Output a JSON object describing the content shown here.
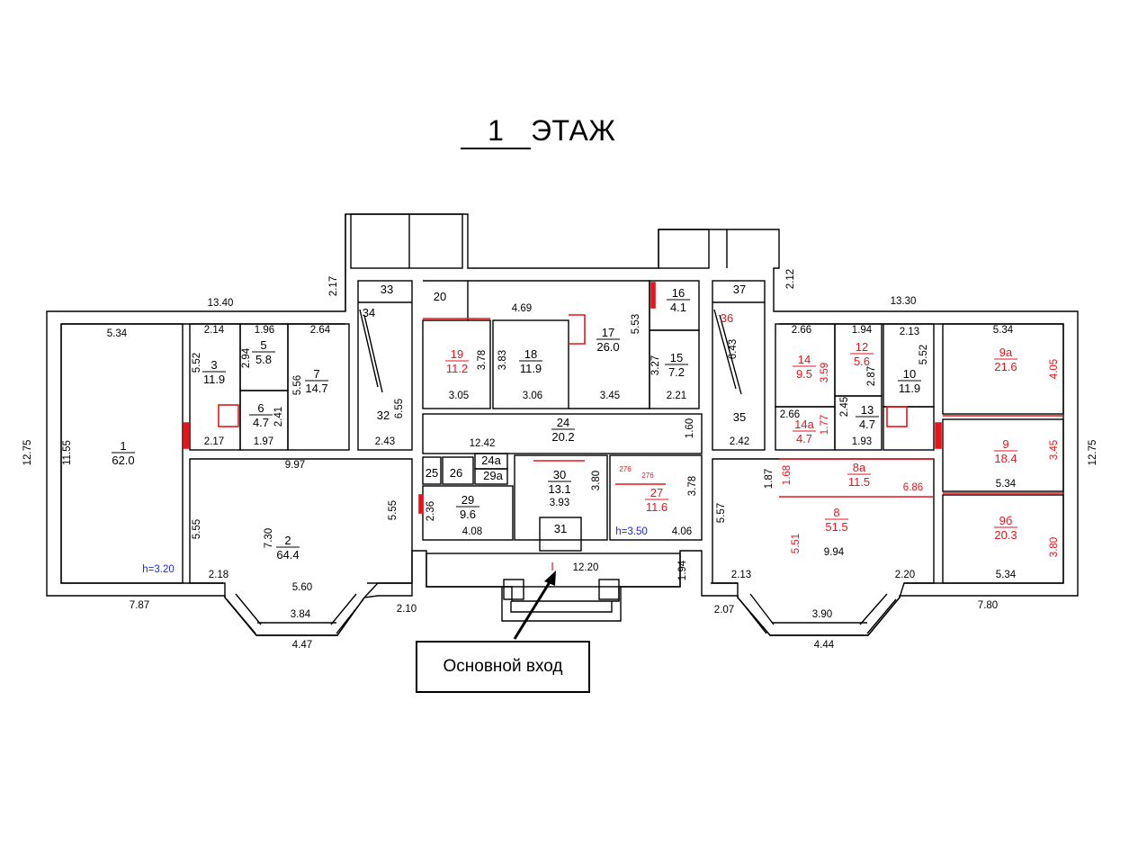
{
  "title": {
    "number": "1",
    "word": "ЭТАЖ"
  },
  "entrance_label": "Основной вход",
  "colors": {
    "lines": "#000000",
    "red": "#e8141b",
    "blue": "#1c2bd8"
  },
  "rooms": [
    {
      "id": "r1",
      "num": "1",
      "area": "62.0",
      "color": "black"
    },
    {
      "id": "r2",
      "num": "2",
      "area": "64.4",
      "color": "black"
    },
    {
      "id": "r3",
      "num": "3",
      "area": "11.9",
      "color": "black"
    },
    {
      "id": "r5",
      "num": "5",
      "area": "5.8",
      "color": "black"
    },
    {
      "id": "r6",
      "num": "6",
      "area": "4.7",
      "color": "black"
    },
    {
      "id": "r7",
      "num": "7",
      "area": "14.7",
      "color": "black"
    },
    {
      "id": "r8",
      "num": "8",
      "area": "51.5",
      "color": "red"
    },
    {
      "id": "r8a",
      "num": "8а",
      "area": "11.5",
      "color": "red"
    },
    {
      "id": "r9",
      "num": "9",
      "area": "18.4",
      "color": "red"
    },
    {
      "id": "r9a",
      "num": "9а",
      "area": "21.6",
      "color": "red"
    },
    {
      "id": "r9b",
      "num": "9б",
      "area": "20.3",
      "color": "red"
    },
    {
      "id": "r10",
      "num": "10",
      "area": "11.9",
      "color": "black"
    },
    {
      "id": "r12",
      "num": "12",
      "area": "5.6",
      "color": "red"
    },
    {
      "id": "r13",
      "num": "13",
      "area": "4.7",
      "color": "black"
    },
    {
      "id": "r14",
      "num": "14",
      "area": "9.5",
      "color": "red"
    },
    {
      "id": "r14a",
      "num": "14а",
      "area": "4.7",
      "color": "red"
    },
    {
      "id": "r15",
      "num": "15",
      "area": "7.2",
      "color": "black"
    },
    {
      "id": "r16",
      "num": "16",
      "area": "4.1",
      "color": "black"
    },
    {
      "id": "r17",
      "num": "17",
      "area": "26.0",
      "color": "black"
    },
    {
      "id": "r18",
      "num": "18",
      "area": "11.9",
      "color": "black"
    },
    {
      "id": "r19",
      "num": "19",
      "area": "11.2",
      "color": "red"
    },
    {
      "id": "r24",
      "num": "24",
      "area": "20.2",
      "color": "black"
    },
    {
      "id": "r27",
      "num": "27",
      "area": "11.6",
      "color": "red"
    },
    {
      "id": "r29",
      "num": "29",
      "area": "9.6",
      "color": "black"
    },
    {
      "id": "r30",
      "num": "30",
      "area": "13.1",
      "color": "black"
    }
  ],
  "room_numbers": [
    {
      "id": "n20",
      "text": "20",
      "color": "black"
    },
    {
      "id": "n24a",
      "text": "24а",
      "color": "black"
    },
    {
      "id": "n25",
      "text": "25",
      "color": "black"
    },
    {
      "id": "n26",
      "text": "26",
      "color": "black"
    },
    {
      "id": "n29a",
      "text": "29а",
      "color": "black"
    },
    {
      "id": "n31",
      "text": "31",
      "color": "black"
    },
    {
      "id": "n32",
      "text": "32",
      "color": "black"
    },
    {
      "id": "n33",
      "text": "33",
      "color": "black"
    },
    {
      "id": "n34",
      "text": "34",
      "color": "black"
    },
    {
      "id": "n35",
      "text": "35",
      "color": "black"
    },
    {
      "id": "n36",
      "text": "36",
      "color": "red"
    },
    {
      "id": "n37",
      "text": "37",
      "color": "black"
    },
    {
      "id": "nI",
      "text": "I",
      "color": "red"
    }
  ],
  "dimensions": [
    {
      "id": "d1",
      "text": "13.40",
      "color": "black"
    },
    {
      "id": "d2",
      "text": "5.34",
      "color": "black"
    },
    {
      "id": "d3",
      "text": "2.14",
      "color": "black"
    },
    {
      "id": "d4",
      "text": "1.96",
      "color": "black"
    },
    {
      "id": "d5",
      "text": "2.64",
      "color": "black"
    },
    {
      "id": "d6",
      "text": "5.52",
      "color": "black"
    },
    {
      "id": "d7",
      "text": "2.94",
      "color": "black"
    },
    {
      "id": "d8",
      "text": "5.56",
      "color": "black"
    },
    {
      "id": "d9",
      "text": "2.41",
      "color": "black"
    },
    {
      "id": "d10",
      "text": "2.17",
      "color": "black"
    },
    {
      "id": "d11",
      "text": "1.97",
      "color": "black"
    },
    {
      "id": "d12",
      "text": "12.75",
      "color": "black"
    },
    {
      "id": "d13",
      "text": "11.55",
      "color": "black"
    },
    {
      "id": "d14",
      "text": "9.97",
      "color": "black"
    },
    {
      "id": "d15",
      "text": "5.55",
      "color": "black"
    },
    {
      "id": "d16",
      "text": "7.30",
      "color": "black"
    },
    {
      "id": "d17",
      "text": "5.55",
      "color": "black"
    },
    {
      "id": "d18",
      "text": "2.18",
      "color": "black"
    },
    {
      "id": "d19",
      "text": "5.60",
      "color": "black"
    },
    {
      "id": "d20",
      "text": "3.84",
      "color": "black"
    },
    {
      "id": "d21",
      "text": "4.47",
      "color": "black"
    },
    {
      "id": "d22",
      "text": "7.87",
      "color": "black"
    },
    {
      "id": "d23",
      "text": "2.10",
      "color": "black"
    },
    {
      "id": "d24",
      "text": "h=3.20",
      "color": "blue"
    },
    {
      "id": "d25",
      "text": "2.17",
      "color": "black"
    },
    {
      "id": "d26",
      "text": "6.55",
      "color": "black"
    },
    {
      "id": "d27",
      "text": "2.43",
      "color": "black"
    },
    {
      "id": "d28",
      "text": "4.69",
      "color": "black"
    },
    {
      "id": "d29",
      "text": "3.78",
      "color": "black"
    },
    {
      "id": "d30",
      "text": "3.83",
      "color": "black"
    },
    {
      "id": "d31",
      "text": "3.05",
      "color": "black"
    },
    {
      "id": "d32",
      "text": "3.06",
      "color": "black"
    },
    {
      "id": "d33",
      "text": "3.45",
      "color": "black"
    },
    {
      "id": "d34",
      "text": "5.53",
      "color": "black"
    },
    {
      "id": "d35",
      "text": "3.27",
      "color": "black"
    },
    {
      "id": "d36",
      "text": "2.21",
      "color": "black"
    },
    {
      "id": "d37",
      "text": "12.42",
      "color": "black"
    },
    {
      "id": "d38",
      "text": "3.80",
      "color": "black"
    },
    {
      "id": "d39",
      "text": "3.93",
      "color": "black"
    },
    {
      "id": "d40",
      "text": "2.36",
      "color": "black"
    },
    {
      "id": "d41",
      "text": "4.08",
      "color": "black"
    },
    {
      "id": "d42",
      "text": "276",
      "color": "red"
    },
    {
      "id": "d43",
      "text": "276",
      "color": "red"
    },
    {
      "id": "d44",
      "text": "3.78",
      "color": "black"
    },
    {
      "id": "d45",
      "text": "4.06",
      "color": "black"
    },
    {
      "id": "d46",
      "text": "h=3.50",
      "color": "blue"
    },
    {
      "id": "d47",
      "text": "1.60",
      "color": "black"
    },
    {
      "id": "d48",
      "text": "12.20",
      "color": "black"
    },
    {
      "id": "d49",
      "text": "1.94",
      "color": "black"
    },
    {
      "id": "d50",
      "text": "2.12",
      "color": "black"
    },
    {
      "id": "d51",
      "text": "6.43",
      "color": "black"
    },
    {
      "id": "d52",
      "text": "2.42",
      "color": "black"
    },
    {
      "id": "d53",
      "text": "13.30",
      "color": "black"
    },
    {
      "id": "d54",
      "text": "2.66",
      "color": "black"
    },
    {
      "id": "d55",
      "text": "1.94",
      "color": "black"
    },
    {
      "id": "d56",
      "text": "2.13",
      "color": "black"
    },
    {
      "id": "d57",
      "text": "5.34",
      "color": "black"
    },
    {
      "id": "d58",
      "text": "3.59",
      "color": "red"
    },
    {
      "id": "d59",
      "text": "2.87",
      "color": "black"
    },
    {
      "id": "d60",
      "text": "5.52",
      "color": "black"
    },
    {
      "id": "d61",
      "text": "4.05",
      "color": "red"
    },
    {
      "id": "d62",
      "text": "2.66",
      "color": "black"
    },
    {
      "id": "d63",
      "text": "2.45",
      "color": "black"
    },
    {
      "id": "d64",
      "text": "1.77",
      "color": "red"
    },
    {
      "id": "d65",
      "text": "1.93",
      "color": "black"
    },
    {
      "id": "d66",
      "text": "3.45",
      "color": "red"
    },
    {
      "id": "d67",
      "text": "12.75",
      "color": "black"
    },
    {
      "id": "d68",
      "text": "1.87",
      "color": "black"
    },
    {
      "id": "d69",
      "text": "1.68",
      "color": "red"
    },
    {
      "id": "d70",
      "text": "6.86",
      "color": "red"
    },
    {
      "id": "d71",
      "text": "5.34",
      "color": "black"
    },
    {
      "id": "d72",
      "text": "5.57",
      "color": "black"
    },
    {
      "id": "d73",
      "text": "5.51",
      "color": "red"
    },
    {
      "id": "d74",
      "text": "9.94",
      "color": "black"
    },
    {
      "id": "d75",
      "text": "2.13",
      "color": "black"
    },
    {
      "id": "d76",
      "text": "2.20",
      "color": "black"
    },
    {
      "id": "d77",
      "text": "3.80",
      "color": "red"
    },
    {
      "id": "d78",
      "text": "5.34",
      "color": "black"
    },
    {
      "id": "d79",
      "text": "3.90",
      "color": "black"
    },
    {
      "id": "d80",
      "text": "4.44",
      "color": "black"
    },
    {
      "id": "d81",
      "text": "2.07",
      "color": "black"
    },
    {
      "id": "d82",
      "text": "7.80",
      "color": "black"
    }
  ]
}
